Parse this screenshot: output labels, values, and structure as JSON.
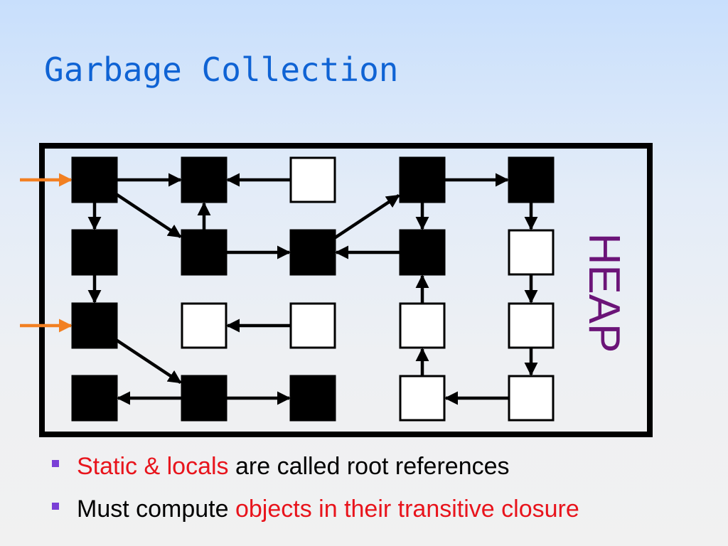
{
  "title": "Garbage Collection",
  "heap_label": "HEAP",
  "bullets": [
    {
      "highlight": "Static & locals",
      "text": " are called root references"
    },
    {
      "text": "Must compute ",
      "highlight": "objects in their transitive closure"
    }
  ],
  "colors": {
    "title": "#0f63d4",
    "highlight": "#e8141c",
    "heap_label": "#6b1478",
    "root_arrow": "#f28022",
    "bullet_marker": "#7a3fd6",
    "reachable_object": "#000000",
    "unreachable_object": "#ffffff"
  },
  "heap": {
    "grid": {
      "columns": 5,
      "rows": 4
    },
    "objects": [
      {
        "id": "r0c0",
        "row": 0,
        "col": 0,
        "reachable": true
      },
      {
        "id": "r0c1",
        "row": 0,
        "col": 1,
        "reachable": true
      },
      {
        "id": "r0c2",
        "row": 0,
        "col": 2,
        "reachable": false
      },
      {
        "id": "r0c3",
        "row": 0,
        "col": 3,
        "reachable": true
      },
      {
        "id": "r0c4",
        "row": 0,
        "col": 4,
        "reachable": true
      },
      {
        "id": "r1c0",
        "row": 1,
        "col": 0,
        "reachable": true
      },
      {
        "id": "r1c1",
        "row": 1,
        "col": 1,
        "reachable": true
      },
      {
        "id": "r1c2",
        "row": 1,
        "col": 2,
        "reachable": true
      },
      {
        "id": "r1c3",
        "row": 1,
        "col": 3,
        "reachable": true
      },
      {
        "id": "r1c4",
        "row": 1,
        "col": 4,
        "reachable": false
      },
      {
        "id": "r2c0",
        "row": 2,
        "col": 0,
        "reachable": true
      },
      {
        "id": "r2c1",
        "row": 2,
        "col": 1,
        "reachable": false
      },
      {
        "id": "r2c2",
        "row": 2,
        "col": 2,
        "reachable": false
      },
      {
        "id": "r2c3",
        "row": 2,
        "col": 3,
        "reachable": false
      },
      {
        "id": "r2c4",
        "row": 2,
        "col": 4,
        "reachable": false
      },
      {
        "id": "r3c0",
        "row": 3,
        "col": 0,
        "reachable": true
      },
      {
        "id": "r3c1",
        "row": 3,
        "col": 1,
        "reachable": true
      },
      {
        "id": "r3c2",
        "row": 3,
        "col": 2,
        "reachable": true
      },
      {
        "id": "r3c3",
        "row": 3,
        "col": 3,
        "reachable": false
      },
      {
        "id": "r3c4",
        "row": 3,
        "col": 4,
        "reachable": false
      }
    ],
    "references": [
      {
        "from": "r0c0",
        "to": "r0c1"
      },
      {
        "from": "r0c0",
        "to": "r1c0"
      },
      {
        "from": "r0c0",
        "to": "r1c1"
      },
      {
        "from": "r0c2",
        "to": "r0c1"
      },
      {
        "from": "r1c1",
        "to": "r0c1"
      },
      {
        "from": "r1c1",
        "to": "r1c2"
      },
      {
        "from": "r1c2",
        "to": "r0c3"
      },
      {
        "from": "r0c3",
        "to": "r0c4"
      },
      {
        "from": "r0c3",
        "to": "r1c3"
      },
      {
        "from": "r1c3",
        "to": "r1c2"
      },
      {
        "from": "r0c4",
        "to": "r1c4"
      },
      {
        "from": "r1c4",
        "to": "r2c4"
      },
      {
        "from": "r2c4",
        "to": "r3c4"
      },
      {
        "from": "r3c4",
        "to": "r3c3"
      },
      {
        "from": "r3c3",
        "to": "r2c3"
      },
      {
        "from": "r2c3",
        "to": "r1c3"
      },
      {
        "from": "r1c0",
        "to": "r2c0"
      },
      {
        "from": "r2c0",
        "to": "r3c1"
      },
      {
        "from": "r2c2",
        "to": "r2c1"
      },
      {
        "from": "r3c1",
        "to": "r3c0"
      },
      {
        "from": "r3c1",
        "to": "r3c2"
      }
    ],
    "roots": [
      "r0c0",
      "r2c0"
    ]
  }
}
